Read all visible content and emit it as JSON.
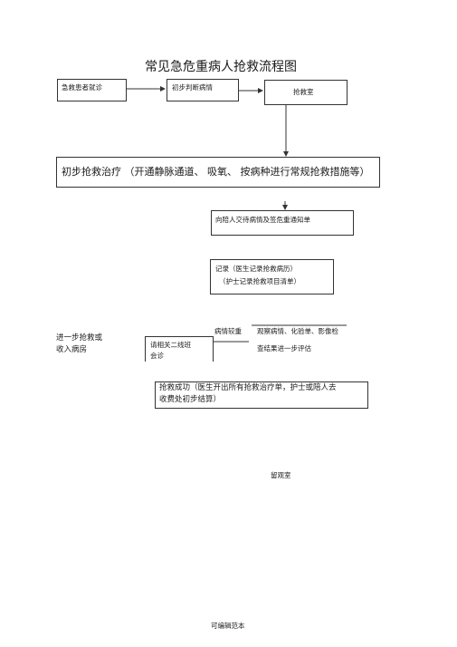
{
  "title": "常见急危重病人抢救流程图",
  "steps": {
    "arrival": "急救患者就诊",
    "initial_judgment": "初步判断病情",
    "rescue_room": "抢救室",
    "initial_treatment": "初步抢救治疗 （开通静脉通道、 吸氧、 按病种进行常规抢救措施等）",
    "notify_family": "向陪人交待病情及签危重通知单",
    "record_line1": "记录（医生记录抢救病历）",
    "record_line2": "（护士记录抢救项目清单）",
    "condition_change": "病情较重",
    "observe_line1": "观察病情、化验单、影像检",
    "observe_line2": "查结果进一步评估",
    "consult_line1": "请相关二线班",
    "consult_line2": "会诊",
    "further_line1": "进一步抢救或",
    "further_line2": "收入病房",
    "success_line1": "抢救成功（医生开出所有抢救治疗单，护士或陪人去",
    "success_line2": "收费处初步结算）",
    "observation_room": "留观室"
  },
  "footer": "可编辑范本"
}
